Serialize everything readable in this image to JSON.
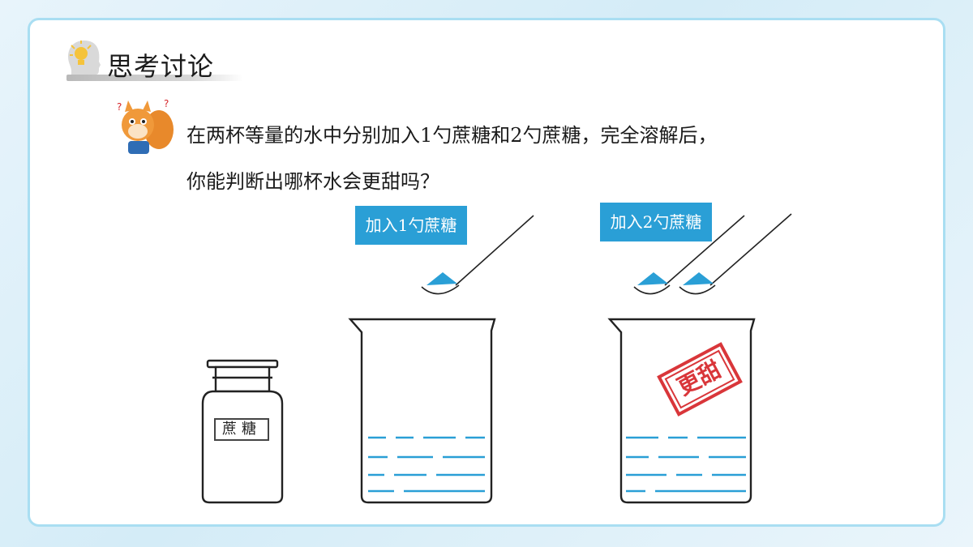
{
  "header": {
    "title": "思考讨论",
    "icon": "lightbulb-head-icon"
  },
  "question": {
    "line1": "在两杯等量的水中分别加入1勺蔗糖和2勺蔗糖，完全溶解后，",
    "line2": "你能判断出哪杯水会更甜吗？",
    "mascot": "squirrel-icon"
  },
  "illustration": {
    "tag_one_spoon": "加入1勺蔗糖",
    "tag_two_spoons": "加入2勺蔗糖",
    "jar_label": "蔗糖",
    "stamp_text": "更甜"
  },
  "colors": {
    "accent": "#2a9fd6",
    "border": "#a9def2",
    "water": "#2a9fd6",
    "stamp": "#d6262a"
  }
}
